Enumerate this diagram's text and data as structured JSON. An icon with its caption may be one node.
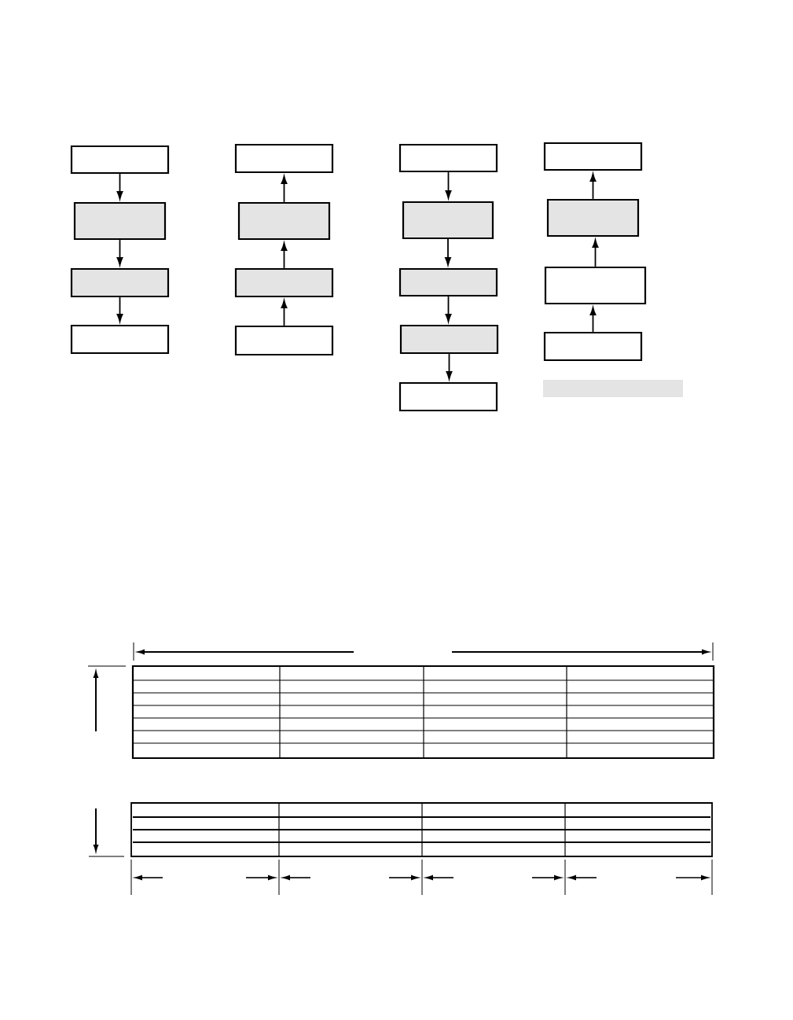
{
  "diagram": {
    "nodes": [
      {
        "text": [],
        "shape": "box"
      },
      {
        "text": [],
        "shape": "box"
      },
      {
        "text": [],
        "shape": "box"
      },
      {
        "text": [],
        "shape": "box"
      },
      {
        "text": [],
        "shape": "box"
      },
      {
        "text": [],
        "shape": "box"
      },
      {
        "text": [],
        "shape": "box"
      },
      {
        "text": [],
        "shape": "box"
      },
      {
        "text": [],
        "shape": "box"
      },
      {
        "text": [],
        "shape": "box"
      },
      {
        "text": [],
        "shape": "box"
      },
      {
        "text": [],
        "shape": "box"
      },
      {
        "text": [],
        "shape": "box"
      },
      {
        "text": [],
        "shape": "box"
      },
      {
        "text": [],
        "shape": "box"
      },
      {
        "text": [],
        "shape": "box"
      },
      {
        "text": [],
        "shape": "box"
      },
      {
        "text": [],
        "shape": "bar"
      }
    ],
    "edges": [
      {
        "from": 0,
        "to": 1,
        "arrow": "to"
      },
      {
        "from": 1,
        "to": 2,
        "arrow": "to"
      },
      {
        "from": 2,
        "to": 3,
        "arrow": "to"
      },
      {
        "from": 7,
        "to": 6,
        "arrow": "to"
      },
      {
        "from": 6,
        "to": 5,
        "arrow": "to"
      },
      {
        "from": 5,
        "to": 4,
        "arrow": "to"
      },
      {
        "from": 8,
        "to": 9,
        "arrow": "to"
      },
      {
        "from": 9,
        "to": 10,
        "arrow": "to"
      },
      {
        "from": 10,
        "to": 11,
        "arrow": "to"
      },
      {
        "from": 11,
        "to": 12,
        "arrow": "to"
      },
      {
        "from": 16,
        "to": 15,
        "arrow": "to"
      },
      {
        "from": 15,
        "to": 14,
        "arrow": "to"
      },
      {
        "from": 14,
        "to": 13,
        "arrow": "to"
      }
    ]
  }
}
